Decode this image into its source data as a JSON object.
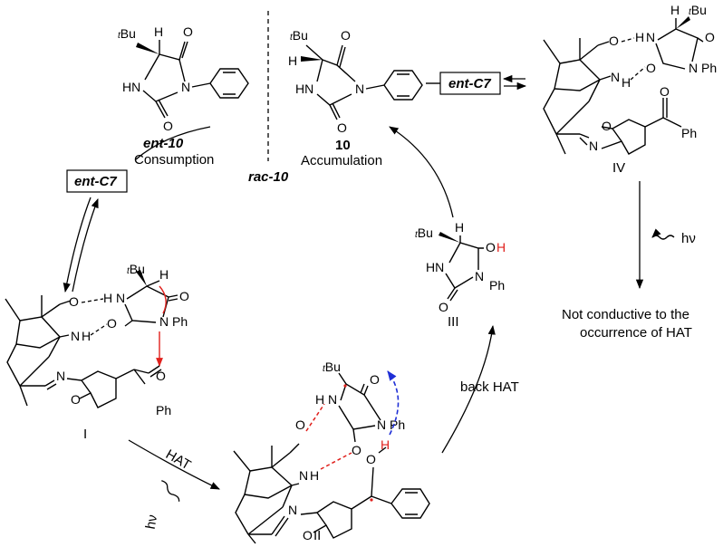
{
  "compounds": {
    "ent10": {
      "id_label": "ent-10",
      "caption": "Consumption",
      "tBu": "Bu",
      "tBu_sup": "t",
      "h": "H",
      "nh": "HN",
      "n": "N",
      "o1": "O",
      "o2": "O"
    },
    "c10": {
      "id_label": "10",
      "caption": "Accumulation",
      "tBu": "Bu",
      "tBu_sup": "t",
      "h": "H",
      "nh": "HN",
      "n": "N",
      "o1": "O",
      "o2": "O"
    },
    "rac10": {
      "label": "rac-10"
    },
    "III": {
      "id_label": "III",
      "tBu": "Bu",
      "tBu_sup": "t",
      "h": "H",
      "oh_o": "O",
      "oh_h": "H",
      "nh": "HN",
      "n": "N",
      "ph": "Ph",
      "o": "O"
    },
    "I": {
      "id_label": "I"
    },
    "II": {
      "id_label": "II"
    },
    "IV": {
      "id_label": "IV"
    }
  },
  "catalyst_boxes": {
    "left": "ent-C7",
    "right": "ent-C7"
  },
  "complex_labels": {
    "tBu": "Bu",
    "tBu_sup": "t",
    "h": "H",
    "o": "O",
    "n": "N",
    "nh": "N",
    "ph": "Ph",
    "hn": "H"
  },
  "arrows": {
    "hat": "HAT",
    "back_hat": "back HAT",
    "hv_right": "hν",
    "hv_bottom": "hν"
  },
  "note": {
    "line1": "Not conductive to the",
    "line2": "occurrence of HAT"
  },
  "colors": {
    "red_highlight": "#e0201c",
    "blue_arrow": "#1f2fd6",
    "text": "#000000"
  }
}
